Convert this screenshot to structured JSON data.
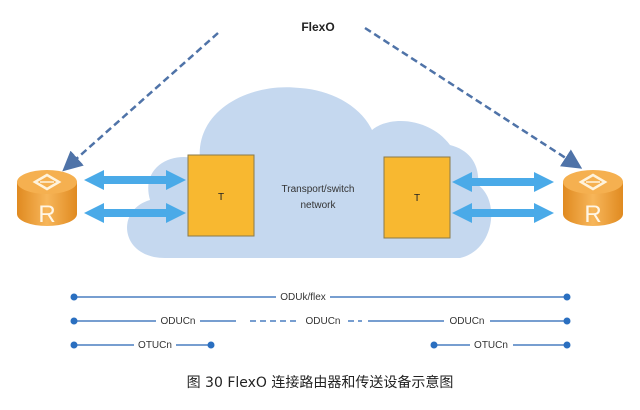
{
  "diagram": {
    "top_label": "FlexO",
    "network_label_line1": "Transport/switch",
    "network_label_line2": "network",
    "transport_box_label": "T",
    "router_label": "R",
    "colors": {
      "cloud": "#c5d8ef",
      "transport_box": "#f8b830",
      "transport_box_border": "#8a7a4a",
      "router": "#f0a43a",
      "arrow": "#4aaae8",
      "dashed_line": "#4f73a8",
      "layer_line": "#4a7fc0",
      "endpoint": "#2a6fc0"
    },
    "layers": [
      {
        "name": "oduk-flex",
        "label": "ODUk/flex"
      },
      {
        "name": "oducn",
        "labels": [
          "ODUCn",
          "ODUCn",
          "ODUCn"
        ]
      },
      {
        "name": "otucn",
        "labels": [
          "OTUCn",
          "OTUCn"
        ]
      }
    ]
  },
  "caption": "图  30 FlexO 连接路由器和传送设备示意图"
}
